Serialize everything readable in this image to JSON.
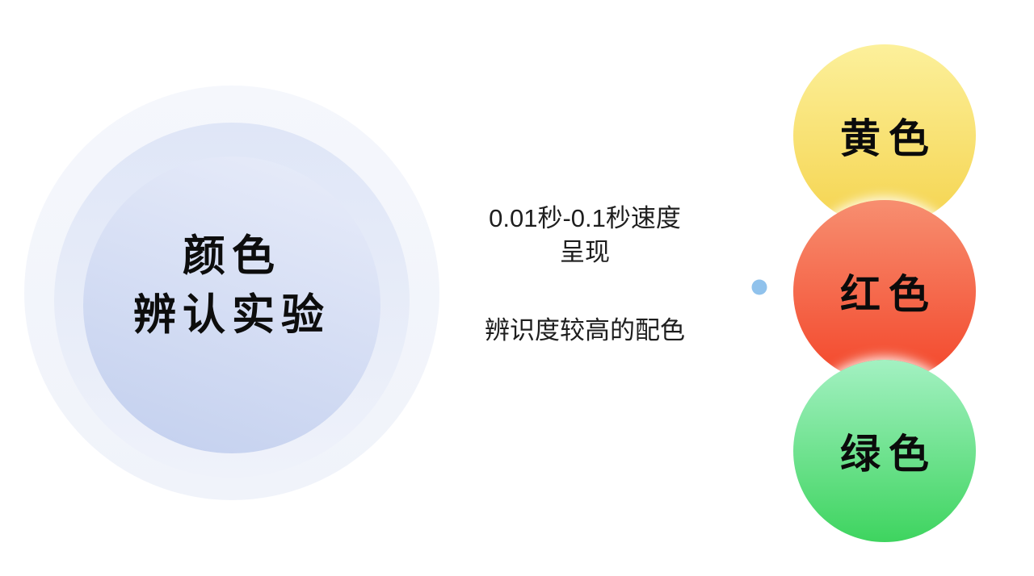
{
  "slide": {
    "background": "#FFFFFF"
  },
  "hero": {
    "title_line1": "颜色",
    "title_line2": "辨认实验",
    "outer": {
      "angle": "180deg",
      "gradient_top": "#F5F7FC",
      "gradient_bottom": "#F0F3FA"
    },
    "middle": {
      "angle": "180deg",
      "gradient_top": "#DFE6F7",
      "gradient_bottom": "#EFF2FA"
    },
    "inner": {
      "angle": "200deg",
      "gradient_top": "#E9EDFA",
      "gradient_bottom": "#C2CFEE"
    }
  },
  "connector": {
    "speed_line1": "0.01秒-0.1秒速度",
    "speed_line2": "呈现",
    "palette_note": "辨识度较高的配色",
    "line_color_start": "#3B74B9",
    "line_color_end": "#A9CDEF",
    "dot_color": "#90C2EC"
  },
  "options": [
    {
      "label": "黄色",
      "angle": "180deg",
      "gradient_top": "#FCF09B",
      "gradient_bottom": "#F5D44F"
    },
    {
      "label": "红色",
      "angle": "180deg",
      "gradient_top": "#F78E70",
      "gradient_bottom": "#F3462A"
    },
    {
      "label": "绿色",
      "angle": "180deg",
      "gradient_top": "#A3F1C2",
      "gradient_bottom": "#3ED45F"
    }
  ]
}
